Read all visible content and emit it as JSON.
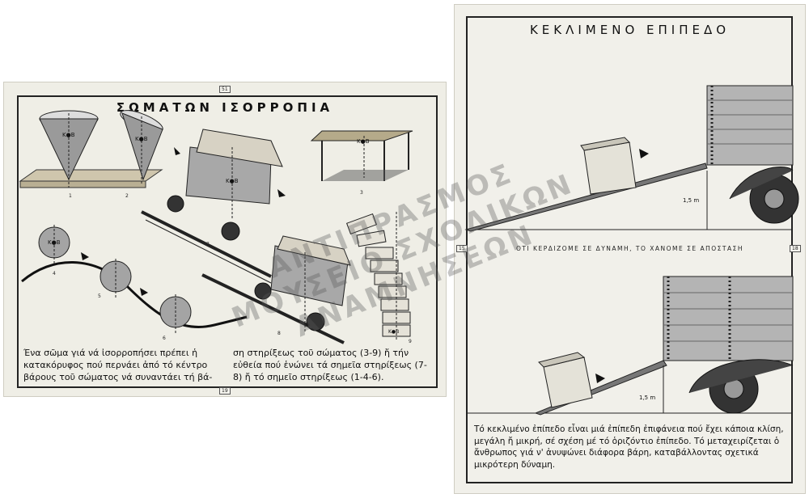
{
  "left_poster": {
    "plate_top": "51",
    "plate_bottom": "19",
    "title": "ΣΩΜΑΤΩΝ ΙΣΟΡΡΟΠΙΑ",
    "caption_left": "Ένα σῶμα γιά νά ἰσορροπήσει πρέπει ἡ κατακόρυφος πού περνάει ἀπό τό κέντρο βάρους τοῦ σώματος νά συναντάει τή βά-",
    "caption_right": "ση στηρίξεως τοῦ σώματος (3-9) ἤ τήν εὐθεία πού ἑνώνει τά σημεῖα στηρίξεως (7-8) ἤ τό σημεῖο στηρίξεως (1-4-6).",
    "figure_numbers": [
      "1",
      "2",
      "3",
      "4",
      "5",
      "6",
      "7",
      "8",
      "9"
    ],
    "kb_label": "Κ●Β"
  },
  "right_poster": {
    "title": "ΚΕΚΛΙΜΕΝΟ ΕΠΙΠΕΔΟ",
    "middle_text": "ΟΤΙ ΚΕΡΔΙΖΟΜΕ ΣΕ ΔΥΝΑΜΗ, ΤΟ ΧΑΝΟΜΕ ΣΕ ΑΠΟΣΤΑΣΗ",
    "height_label_top": "1,5 m",
    "height_label_bottom": "1,5 m",
    "side_plate_left": "15",
    "side_plate_right": "18",
    "caption": "Τό κεκλιμένο ἐπίπεδο εἶναι μιά ἐπίπεδη ἐπιφάνεια πού ἔχει κάποια κλίση, μεγάλη ἤ μικρή, σέ σχέση μέ τό ὁριζόντιο ἐπίπεδο. Τό μεταχειρίζεται ὁ ἄνθρωπος γιά ν' ἀνυψώνει διάφορα βάρη, καταβάλλοντας σχετικά μικρότερη δύναμη."
  },
  "watermark": {
    "line1": "ΑΝΤΙΠΡΑΣΜΟΣ",
    "line2": "ΜΟΥΣΕΙΟ ΣΧΟΛΙΚΩΝ ΑΝΑΜΝΗΣΕΩΝ"
  }
}
